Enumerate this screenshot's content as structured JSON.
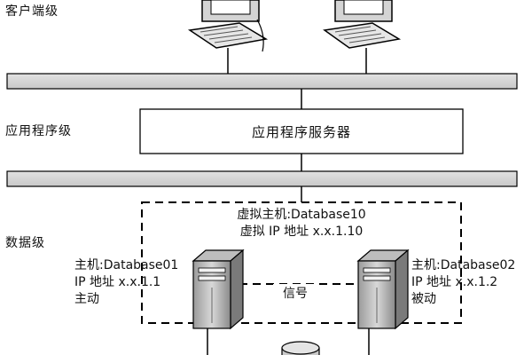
{
  "tiers": {
    "client": "客户端级",
    "application": "应用程序级",
    "data": "数据级"
  },
  "app_server": "应用程序服务器",
  "virtual_host": {
    "line1": "虚拟主机:Database10",
    "line2": "虚拟 IP 地址 x.x.1.10"
  },
  "host1": {
    "name": "主机:Database01",
    "ip": "IP 地址 x.x.1.1",
    "role": "主动"
  },
  "host2": {
    "name": "主机:Database02",
    "ip": "IP 地址 x.x.1.2",
    "role": "被动"
  },
  "heartbeat": "信号"
}
